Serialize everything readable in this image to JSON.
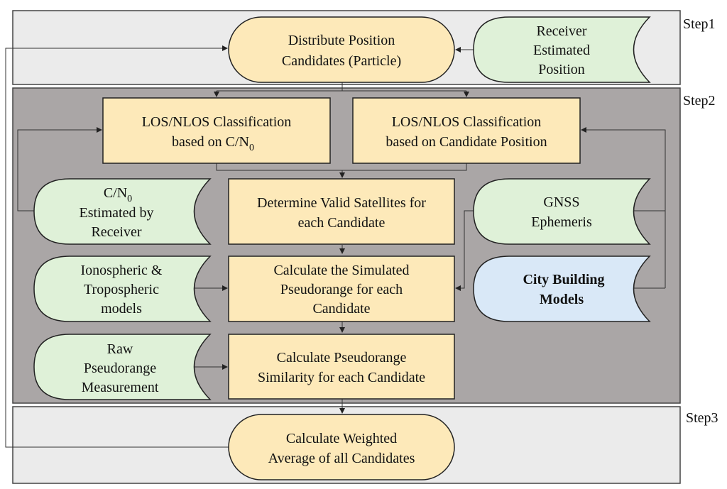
{
  "steps": {
    "step1": "Step1",
    "step2": "Step2",
    "step3": "Step3"
  },
  "nodes": {
    "distribute": [
      "Distribute Position",
      "Candidates (Particle)"
    ],
    "receiver_estimated": [
      "Receiver",
      "Estimated",
      "Position"
    ],
    "los_cn0": [
      "LOS/NLOS Classification",
      "based on C/N"
    ],
    "cn0_subscript": "0",
    "los_candidate": [
      "LOS/NLOS Classification",
      "based on Candidate Position"
    ],
    "cn0_estimated": [
      "C/N",
      "Estimated by",
      "Receiver"
    ],
    "determine_valid": [
      "Determine Valid Satellites for",
      "each Candidate"
    ],
    "gnss_ephemeris": [
      "GNSS",
      "Ephemeris"
    ],
    "iono_tropo": [
      "Ionospheric &",
      "Tropospheric",
      "models"
    ],
    "simulated_pseudorange": [
      "Calculate the Simulated",
      "Pseudorange for each",
      "Candidate"
    ],
    "city_models": [
      "City Building",
      "Models"
    ],
    "raw_pseudorange": [
      "Raw",
      "Pseudorange",
      "Measurement"
    ],
    "similarity": [
      "Calculate Pseudorange",
      "Similarity for each Candidate"
    ],
    "weighted_average": [
      "Calculate Weighted",
      "Average of all Candidates"
    ]
  },
  "colors": {
    "process": "#fde9b9",
    "data_green": "#dff1d8",
    "data_blue": "#d9e8f7",
    "step_band_light": "#ebebeb",
    "step_band_dark": "#aaa6a6"
  }
}
